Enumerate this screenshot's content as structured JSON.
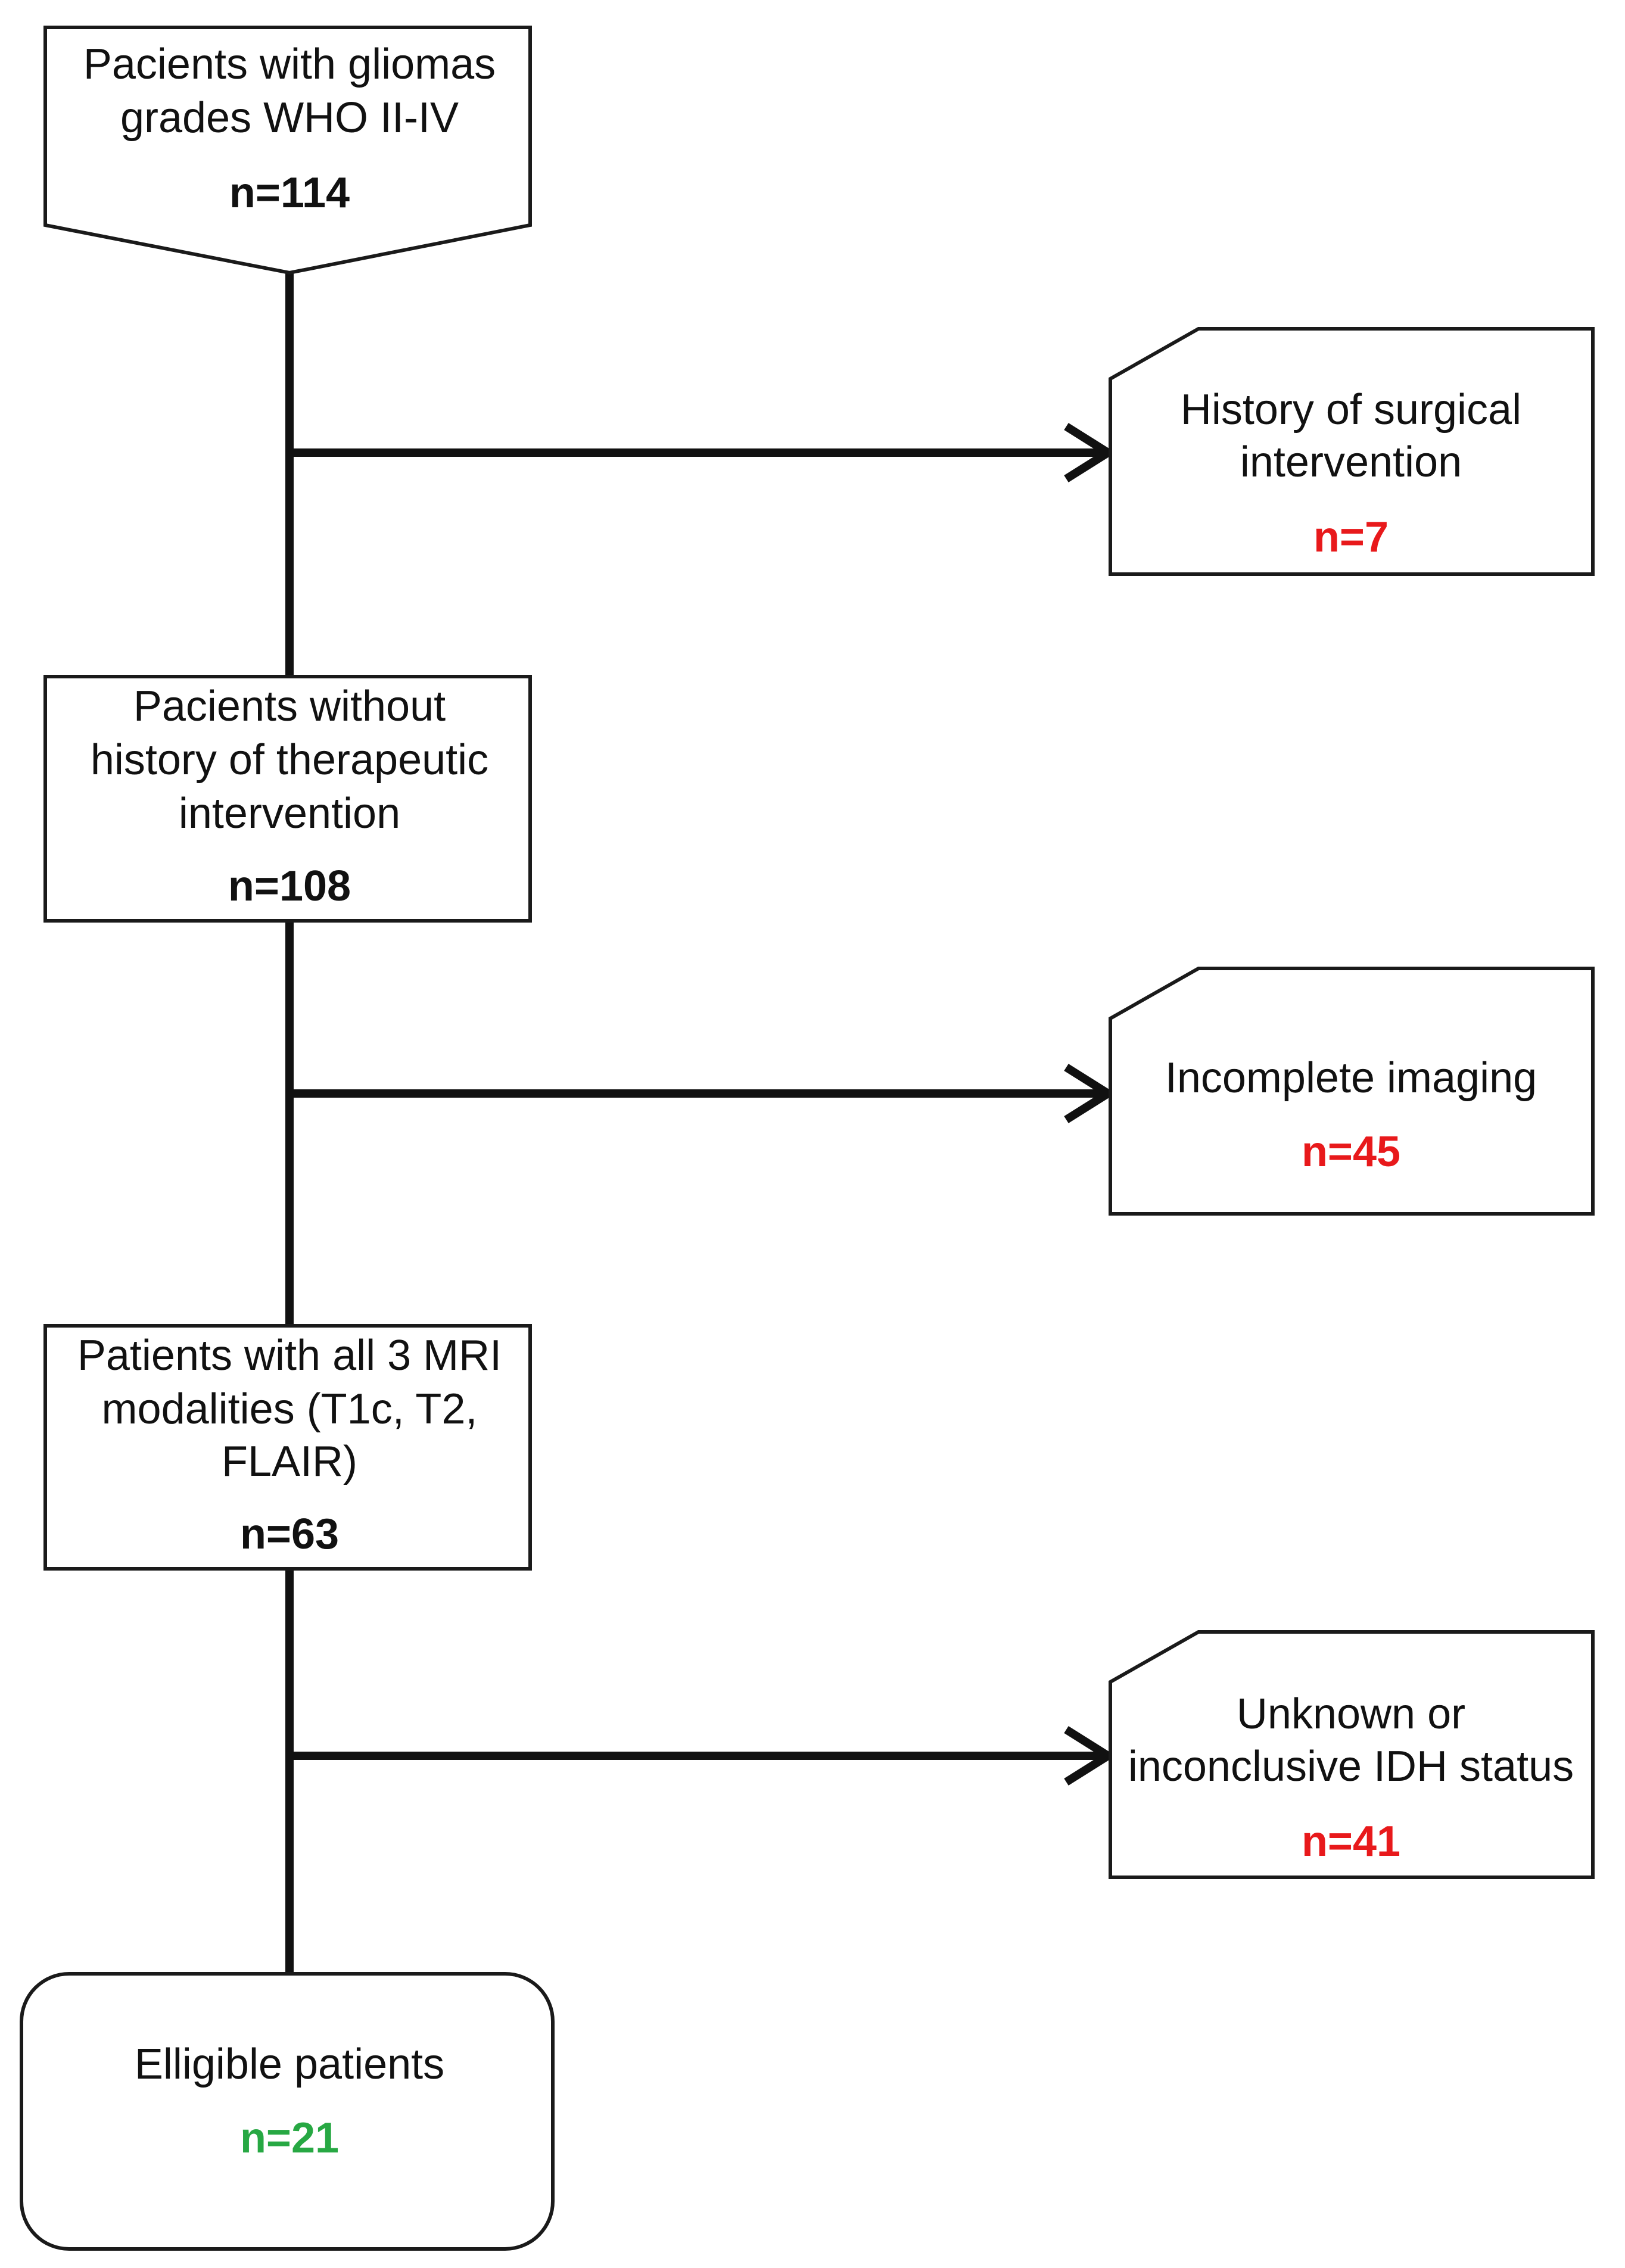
{
  "colors": {
    "main_count": "#111111",
    "excluded_count": "#e8191b",
    "eligible_count": "#27a843"
  },
  "nodes": {
    "start": {
      "lines": [
        "Pacients with gliomas",
        "grades WHO II-IV"
      ],
      "count": "n=114"
    },
    "without_history": {
      "lines": [
        "Pacients without",
        "history of therapeutic",
        "intervention"
      ],
      "count": "n=108"
    },
    "all_modalities": {
      "lines": [
        "Patients with all 3 MRI",
        "modalities (T1c, T2,",
        "FLAIR)"
      ],
      "count": "n=63"
    },
    "eligible": {
      "lines": [
        "Elligible patients"
      ],
      "count": "n=21"
    }
  },
  "exclusions": {
    "surgical": {
      "lines": [
        "History of surgical",
        "intervention"
      ],
      "count": "n=7"
    },
    "imaging": {
      "lines": [
        "Incomplete imaging"
      ],
      "count": "n=45"
    },
    "idh": {
      "lines": [
        "Unknown or",
        "inconclusive IDH status"
      ],
      "count": "n=41"
    }
  }
}
